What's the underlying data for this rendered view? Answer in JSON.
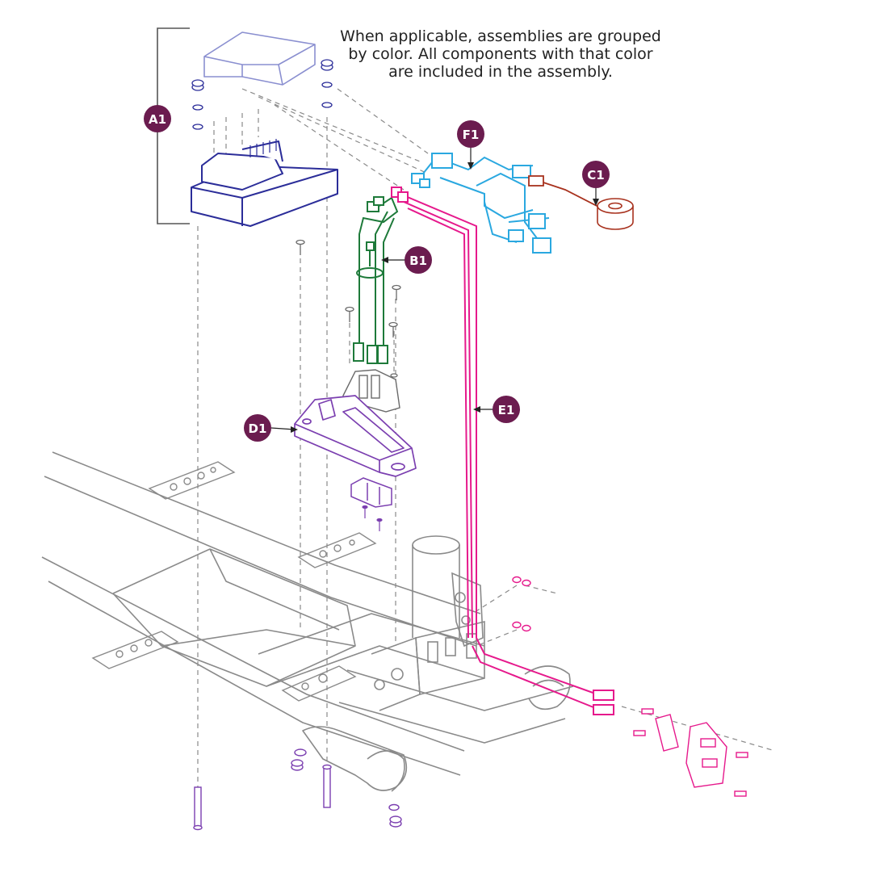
{
  "note": {
    "line1": "When applicable, assemblies are grouped",
    "line2": "by color. All components with that color",
    "line3": "are included in the assembly."
  },
  "callouts": {
    "a1": "A1",
    "b1": "B1",
    "c1": "C1",
    "d1": "D1",
    "e1": "E1",
    "f1": "F1"
  },
  "colors": {
    "callout": "#6b1c4f",
    "controller": "#2b2d99",
    "controller_light": "#8a8fd0",
    "harness_green": "#1e7a3a",
    "harness_blue": "#2aa8e0",
    "harness_red": "#a8321e",
    "harness_magenta": "#e6198c",
    "mount_purple": "#7b3fb0",
    "frame": "#8a8a8a",
    "hardware_gray": "#6a6a6a"
  }
}
